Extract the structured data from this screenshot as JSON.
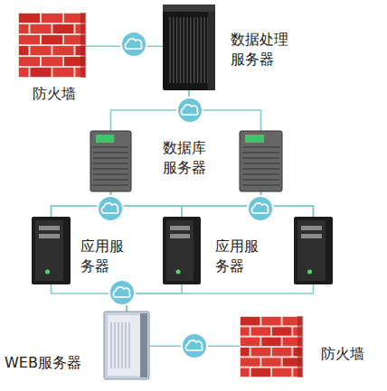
{
  "diagram": {
    "nodes": [
      {
        "text": [
          "防火墙"
        ]
      },
      {
        "text": [
          "数据处理 服务器"
        ]
      },
      {
        "text": [
          "数据库 服务器"
        ]
      },
      {
        "text": []
      },
      {
        "text": [
          "应用服 务器"
        ]
      },
      {
        "text": [
          "应用服 务器"
        ]
      },
      {
        "text": []
      },
      {
        "text": [
          "WEB服务器"
        ]
      },
      {
        "text": [
          "防火墙"
        ]
      }
    ],
    "edges": [
      {
        "from": 0,
        "to": 1,
        "arrow": "none"
      },
      {
        "from": 1,
        "to": 2,
        "arrow": "none"
      },
      {
        "from": 1,
        "to": 3,
        "arrow": "none"
      },
      {
        "from": 2,
        "to": 4,
        "arrow": "none"
      },
      {
        "from": 2,
        "to": 5,
        "arrow": "none"
      },
      {
        "from": 2,
        "to": 6,
        "arrow": "none"
      },
      {
        "from": 3,
        "to": 4,
        "arrow": "none"
      },
      {
        "from": 3,
        "to": 5,
        "arrow": "none"
      },
      {
        "from": 3,
        "to": 6,
        "arrow": "none"
      },
      {
        "from": 4,
        "to": 7,
        "arrow": "none"
      },
      {
        "from": 5,
        "to": 7,
        "arrow": "none"
      },
      {
        "from": 6,
        "to": 7,
        "arrow": "none"
      },
      {
        "from": 7,
        "to": 8,
        "arrow": "none"
      }
    ]
  }
}
